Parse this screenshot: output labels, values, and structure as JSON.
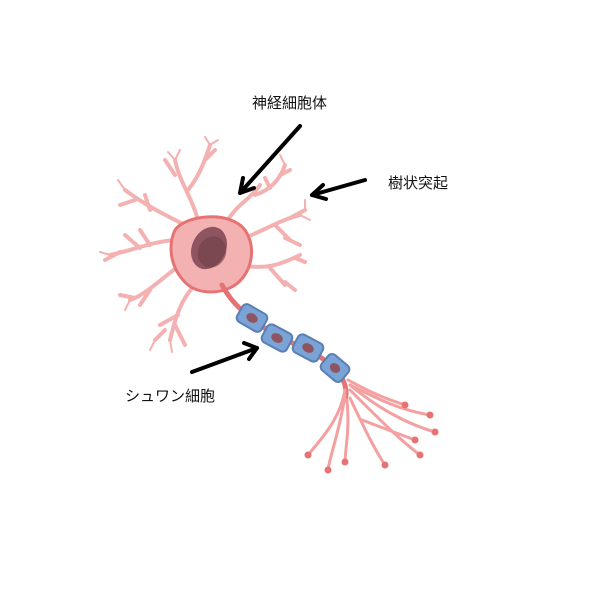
{
  "labels": {
    "cell_body": "神経細胞体",
    "dendrite": "樹状突起",
    "schwann_cell": "シュワン細胞"
  },
  "colors": {
    "membrane": "#f4b1b1",
    "membrane_dark": "#e57373",
    "nucleus": "#8e5560",
    "schwann": "#7aa3d6",
    "schwann_dark": "#5a7fb5",
    "arrow": "#000000"
  }
}
